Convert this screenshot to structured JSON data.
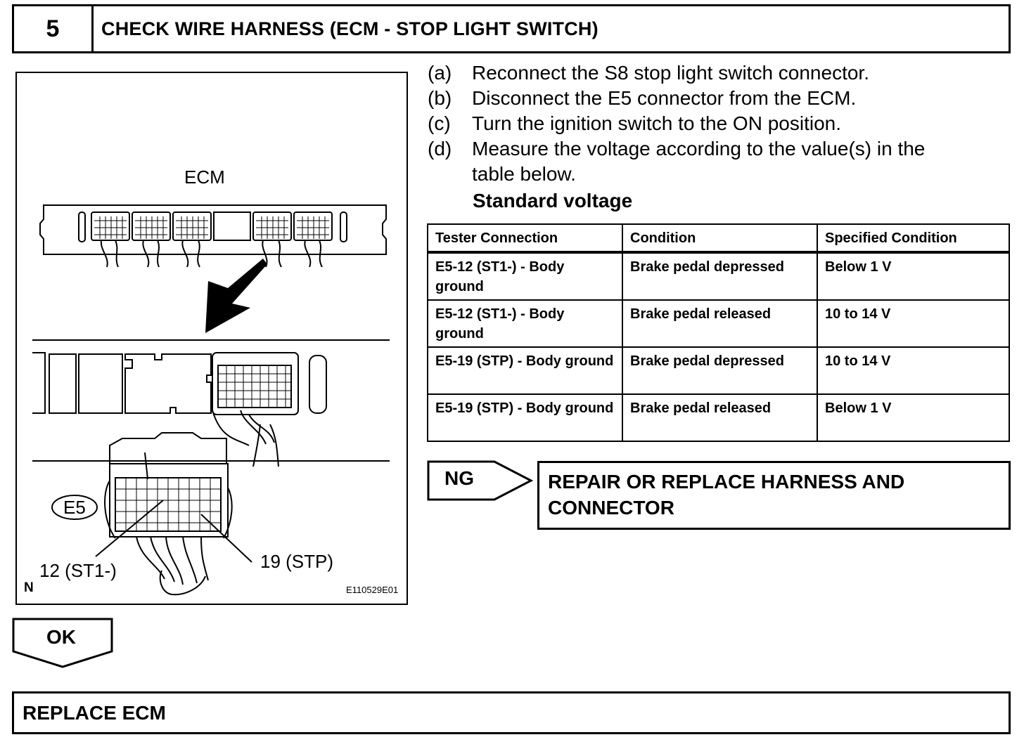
{
  "header": {
    "step_number": "5",
    "title": "CHECK WIRE HARNESS (ECM - STOP LIGHT SWITCH)"
  },
  "figure": {
    "ecm_label": "ECM",
    "connector_label": "E5",
    "pin_12_label": "12 (ST1-)",
    "pin_19_label": "19 (STP)",
    "view_mark": "N",
    "figure_code": "E110529E01"
  },
  "instructions": [
    {
      "letter": "(a)",
      "text": "Reconnect the S8 stop light switch connector."
    },
    {
      "letter": "(b)",
      "text": "Disconnect the E5 connector from the ECM."
    },
    {
      "letter": "(c)",
      "text": "Turn the ignition switch to the ON position."
    },
    {
      "letter": "(d)",
      "text": "Measure the voltage according to the value(s) in the"
    },
    {
      "letter": "",
      "text": "table below."
    }
  ],
  "standard_label": "Standard voltage",
  "table": {
    "headers": [
      "Tester Connection",
      "Condition",
      "Specified Condition"
    ],
    "rows": [
      [
        "E5-12 (ST1-) - Body ground",
        "Brake pedal depressed",
        "Below 1 V"
      ],
      [
        "E5-12 (ST1-) - Body ground",
        "Brake pedal released",
        "10 to 14 V"
      ],
      [
        "E5-19 (STP) - Body ground",
        "Brake pedal depressed",
        "10 to 14 V"
      ],
      [
        "E5-19 (STP) - Body ground",
        "Brake pedal released",
        "Below 1 V"
      ]
    ]
  },
  "ng": {
    "label": "NG",
    "result_line1": "REPAIR OR REPLACE HARNESS AND",
    "result_line2": "CONNECTOR"
  },
  "ok": {
    "label": "OK"
  },
  "final": {
    "result": "REPLACE ECM"
  }
}
